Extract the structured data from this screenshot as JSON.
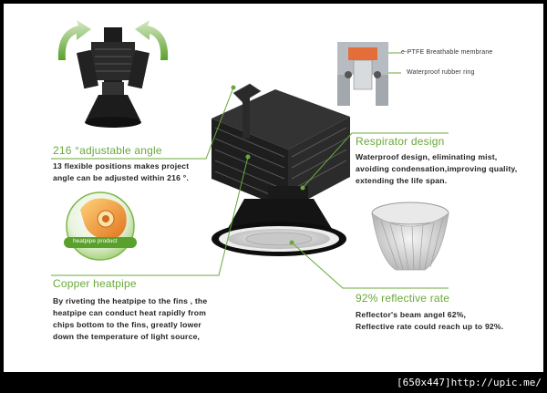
{
  "features": {
    "angle": {
      "heading": "216 °adjustable angle",
      "lines": [
        "13 flexible positions makes project",
        "angle can be adjusted within 216 °."
      ]
    },
    "copper": {
      "heading": "Copper heatpipe",
      "badge": "heatpipe product",
      "lines": [
        "By riveting the heatpipe to the fins , the",
        "heatpipe can conduct  heat rapidly from",
        "chips bottom to the fins, greatly  lower",
        "down the  temperature of light source,"
      ]
    },
    "respirator": {
      "heading": "Respirator  design",
      "lines": [
        "Waterproof design, eliminating mist,",
        "avoiding condensation,improving quality,",
        "extending the life span."
      ],
      "membrane_label": "e-PTFE Breathable membrane",
      "ring_label": "Waterproof rubber ring"
    },
    "reflective": {
      "heading": "92% reflective rate",
      "lines": [
        "Reflector's beam angel 62%,",
        "Reflective rate could reach up to 92%."
      ]
    }
  },
  "footer": {
    "text": "[650x447]http://upic.me/"
  },
  "colors": {
    "accent": "#6aa83a",
    "lamp": "#1c1c1c",
    "text": "#222222"
  }
}
